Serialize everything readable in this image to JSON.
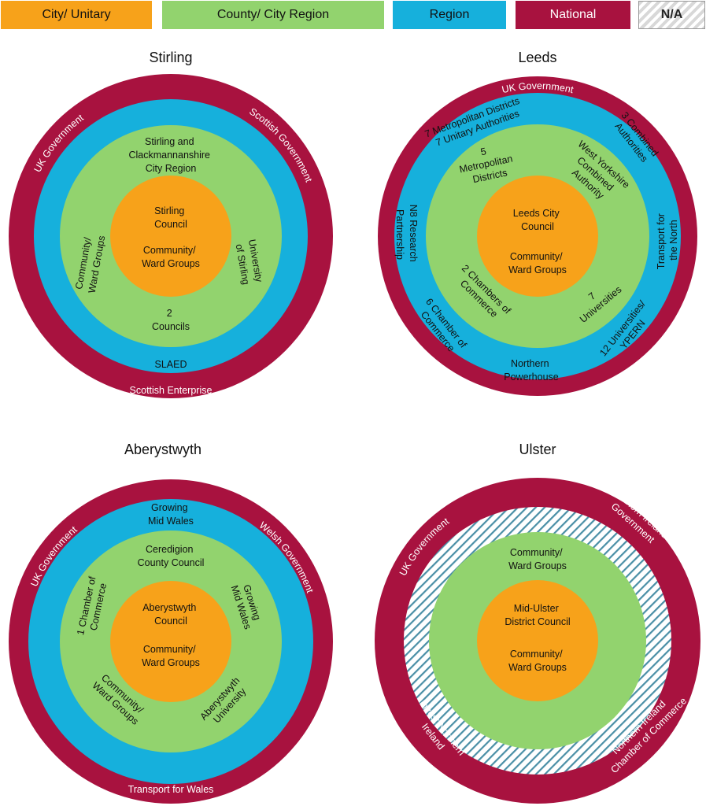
{
  "colors": {
    "city": "#f7a21a",
    "county": "#92d36e",
    "region": "#16b0dc",
    "national": "#a8123f",
    "na_stripe": "#4a8fa6",
    "text_dark": "#111111",
    "text_light": "#ffffff"
  },
  "legend": {
    "city": "City/ Unitary",
    "county": "County/ City Region",
    "region": "Region",
    "national": "National",
    "na": "N/A"
  },
  "stirling": {
    "title": "Stirling",
    "national_top_left": "UK Government",
    "national_top_right": "Scottish Government",
    "national_bottom": "Scottish Enterprise",
    "region_bottom": "SLAED",
    "county_top": [
      "Stirling and",
      "Clackmannanshire",
      "City Region"
    ],
    "county_left": [
      "Community/",
      "Ward Groups"
    ],
    "county_right": [
      "University",
      "of Stirling"
    ],
    "county_bottom": [
      "2",
      "Councils"
    ],
    "city_top": [
      "Stirling",
      "Council"
    ],
    "city_bottom": [
      "Community/",
      "Ward Groups"
    ]
  },
  "leeds": {
    "title": "Leeds",
    "national_top": "UK Government",
    "region_top": [
      "7 Metropolitan Districts",
      "7 Unitary Authorities"
    ],
    "region_top_right": [
      "3 Combined",
      "Authorities"
    ],
    "region_left": [
      "N8 Research",
      "Partnership"
    ],
    "region_right": [
      "Transport for",
      "the North"
    ],
    "region_bottom_left": [
      "6 Chamber of",
      "Commerce"
    ],
    "region_bottom": [
      "Northern",
      "Powerhouse"
    ],
    "region_bottom_right": [
      "12 Universities/",
      "YPERN"
    ],
    "county_top_left": [
      "5",
      "Metropolitan",
      "Districts"
    ],
    "county_top_right": [
      "West Yorkshire",
      "Combined",
      "Authority"
    ],
    "county_bottom_left": [
      "2 Chambers of",
      "Commerce"
    ],
    "county_bottom_right": [
      "7",
      "Universities"
    ],
    "city_top": [
      "Leeds City",
      "Council"
    ],
    "city_bottom": [
      "Community/",
      "Ward Groups"
    ]
  },
  "aberystwyth": {
    "title": "Aberystwyth",
    "national_top_left": "UK Government",
    "national_top_right": "Welsh Government",
    "national_bottom": "Transport for Wales",
    "region_top": [
      "Growing",
      "Mid Wales"
    ],
    "county_top": [
      "Ceredigion",
      "County  Council"
    ],
    "county_left": [
      "1 Chamber of",
      "Commerce"
    ],
    "county_right": [
      "Growing",
      "Mid Wales"
    ],
    "county_bottom_left": [
      "Community/",
      "Ward Groups"
    ],
    "county_bottom_right": [
      "Aberystwyth",
      "University"
    ],
    "city_top": [
      "Aberystwyth",
      "Council"
    ],
    "city_bottom": [
      "Community/",
      "Ward Groups"
    ]
  },
  "ulster": {
    "title": "Ulster",
    "national_top_left": "UK Government",
    "national_top_right": [
      "Northern Ireland",
      "Government"
    ],
    "national_bottom_left": [
      "Invest Northern",
      "Ireland"
    ],
    "national_bottom_right": [
      "Northern Ireland",
      "Chamber of Commerce"
    ],
    "county_top": [
      "Community/",
      "Ward Groups"
    ],
    "city_top": [
      "Mid-Ulster",
      "District Council"
    ],
    "city_bottom": [
      "Community/",
      "Ward Groups"
    ]
  }
}
